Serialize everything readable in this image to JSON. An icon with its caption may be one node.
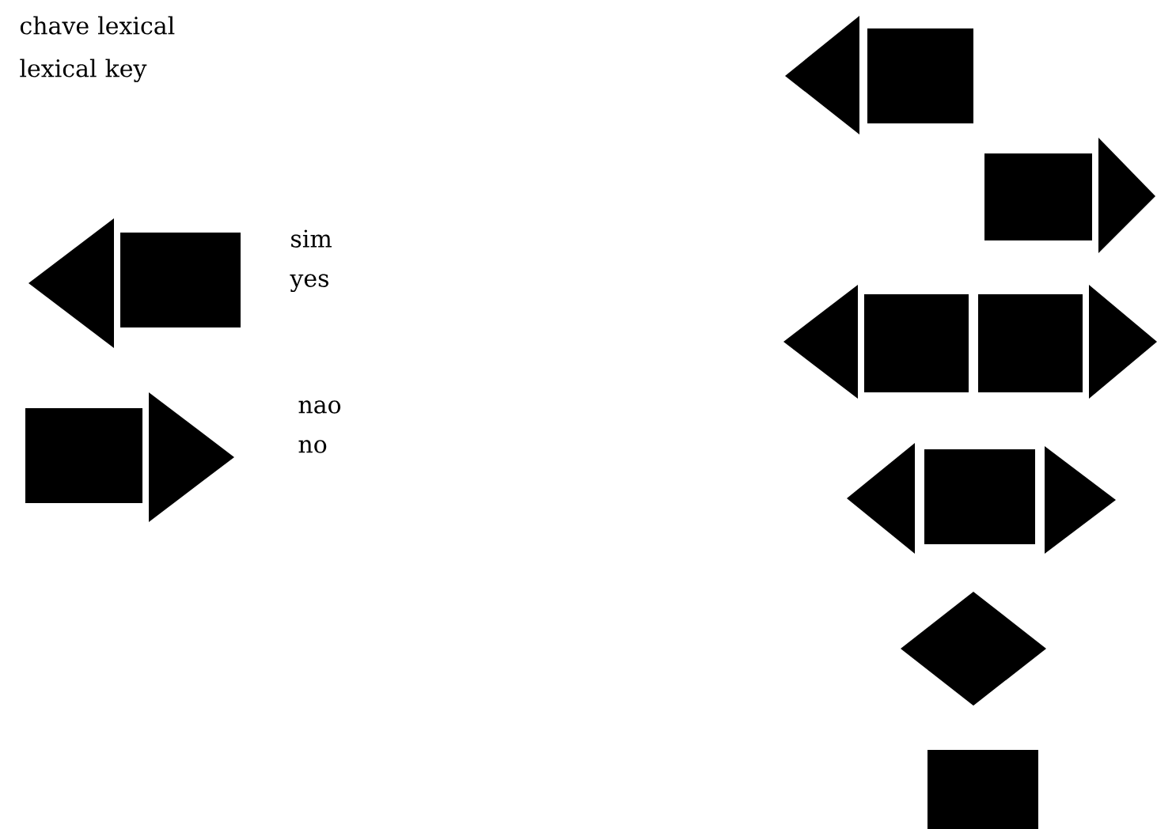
{
  "diagram": {
    "title": "chave lexical lexical key",
    "legend": [
      {
        "text": "sim yes"
      },
      {
        "text": "nao no"
      }
    ]
  }
}
